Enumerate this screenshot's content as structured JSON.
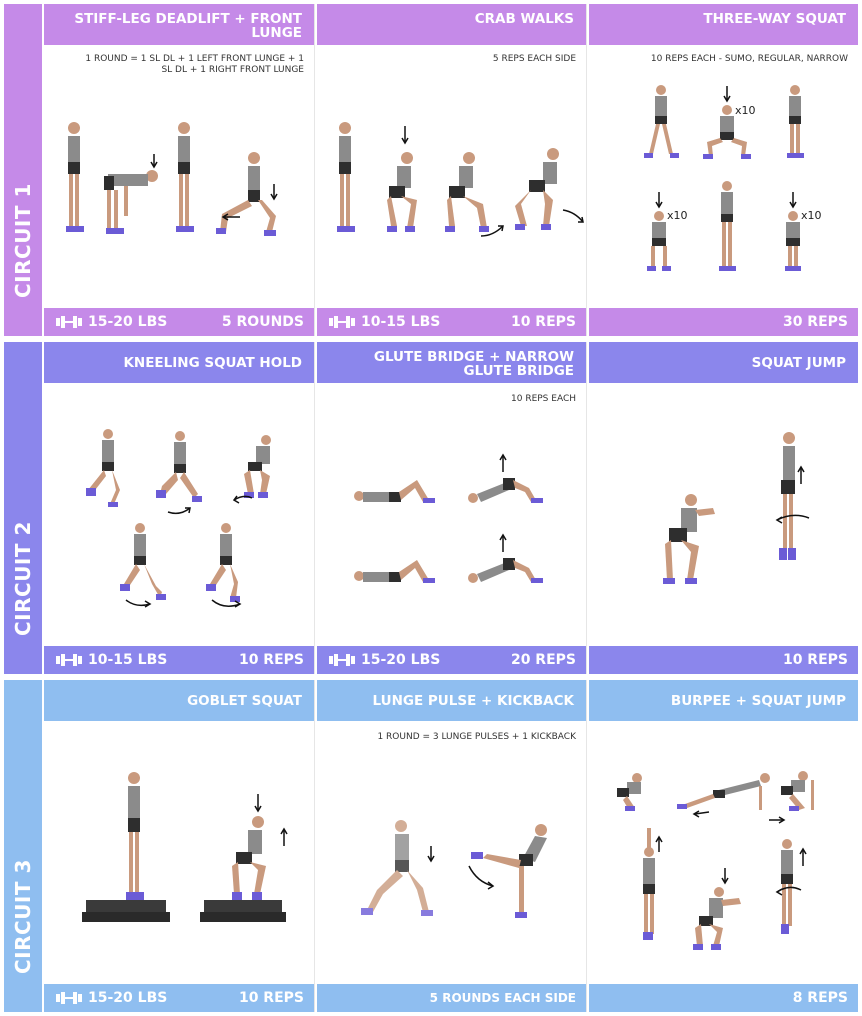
{
  "colors": {
    "c1": "#c58ae8",
    "c2": "#8b86ec",
    "c3": "#8fbef0",
    "figure_skin": "#c99a7e",
    "figure_top": "#8b8b8b",
    "figure_short": "#2e2e2e",
    "shoe": "#6b5bd6"
  },
  "circuits": [
    {
      "label": "CIRCUIT 1",
      "cells": [
        {
          "title": "STIFF-LEG DEADLIFT + FRONT LUNGE",
          "note": "1 ROUND = 1 SL DL + 1 LEFT FRONT LUNGE + 1 SL DL + 1 RIGHT FRONT LUNGE",
          "weight": "15-20 LBS",
          "reps": "5 ROUNDS"
        },
        {
          "title": "CRAB WALKS",
          "note": "5 REPS EACH SIDE",
          "weight": "10-15 LBS",
          "reps": "10 REPS"
        },
        {
          "title": "THREE-WAY SQUAT",
          "note": "10 REPS EACH - SUMO, REGULAR, NARROW",
          "multiplier": "x10",
          "reps": "30 REPS"
        }
      ]
    },
    {
      "label": "CIRCUIT 2",
      "cells": [
        {
          "title": "KNEELING SQUAT HOLD",
          "weight": "10-15 LBS",
          "reps": "10 REPS"
        },
        {
          "title": "GLUTE BRIDGE + NARROW GLUTE BRIDGE",
          "note": "10 REPS EACH",
          "weight": "15-20 LBS",
          "reps": "20 REPS"
        },
        {
          "title": "SQUAT JUMP",
          "reps": "10 REPS"
        }
      ]
    },
    {
      "label": "CIRCUIT 3",
      "cells": [
        {
          "title": "GOBLET SQUAT",
          "weight": "15-20 LBS",
          "reps": "10 REPS"
        },
        {
          "title": "LUNGE PULSE + KICKBACK",
          "note": "1 ROUND = 3 LUNGE PULSES + 1 KICKBACK",
          "reps": "5 ROUNDS EACH SIDE"
        },
        {
          "title": "BURPEE + SQUAT JUMP",
          "reps": "8 REPS"
        }
      ]
    }
  ]
}
